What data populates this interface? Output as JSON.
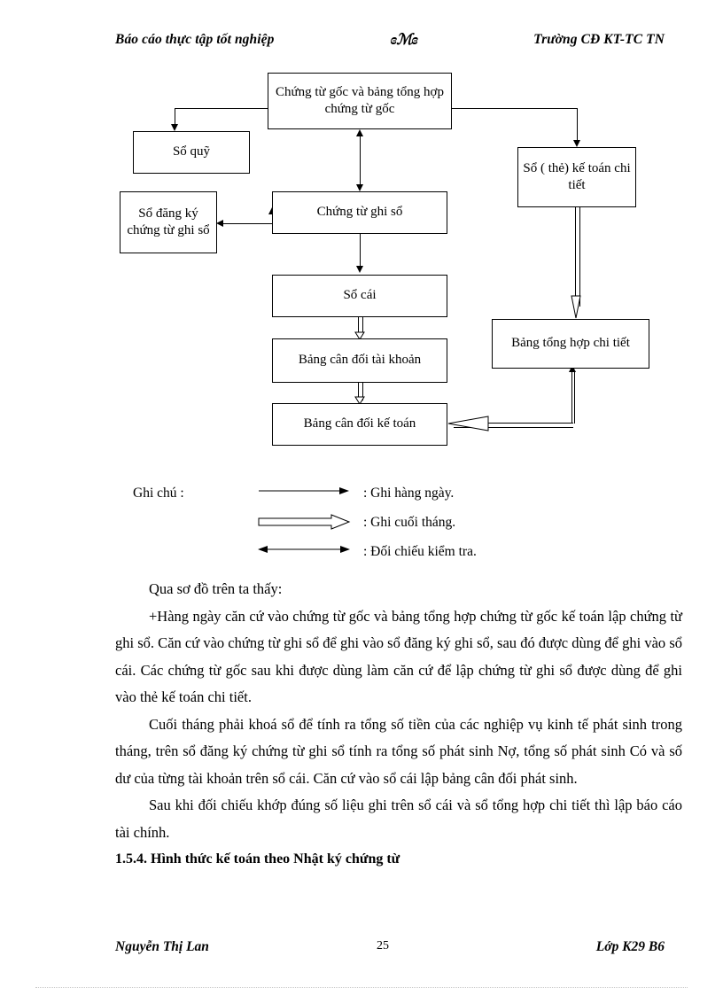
{
  "header": {
    "left": "Báo cáo thực tập tốt nghiệp",
    "ornament": "ɞℳɞ",
    "right": "Trường CĐ KT-TC TN"
  },
  "diagram": {
    "nodes": {
      "chung_tu_goc": "Chứng từ gốc và bảng tổng  hợp chứng từ  gốc",
      "so_quy": "Sổ quỹ",
      "so_dang_ky": "Sổ đăng ký chứng từ ghi sổ",
      "chung_tu_ghi_so": "Chứng từ ghi sổ",
      "so_cai": "Sổ cái",
      "bang_can_doi_tai_khoan": "Bảng cân đối tài  khoản",
      "bang_can_doi_ke_toan": "Bảng cân đối kế toán",
      "so_the_ke_toan_chi_tiet": "Sổ ( thẻ) kế toán chi tiết",
      "bang_tong_hop_chi_tiet": "Bảng tổng hợp chi tiết"
    }
  },
  "legend": {
    "title": "Ghi chú :",
    "items": [
      {
        "symbol": "thin-arrow-right-icon",
        "label": ":    Ghi hàng ngày."
      },
      {
        "symbol": "hollow-arrow-right-icon",
        "label": ":   Ghi cuối tháng."
      },
      {
        "symbol": "double-headed-arrow-icon",
        "label": ": Đối chiếu kiểm tra."
      }
    ]
  },
  "body": {
    "intro": "Qua sơ đồ trên ta thấy:",
    "para1": "+Hàng ngày căn cứ vào chứng từ gốc và bảng tổng hợp  chứng từ gốc kế toán lập chứng từ ghi sổ. Căn cứ vào chứng từ ghi sổ để ghi vào sổ đăng ký ghi sổ, sau đó được dùng để ghi vào sổ cái. Các chứng từ  gốc sau khi được dùng làm căn cứ để lập chứng từ ghi sổ được dùng  để ghi vào thẻ kế toán  chi tiết.",
    "para2": "Cuối tháng phải  khoá sổ để tính ra tổng số tiền của các nghiệp vụ kinh tế phát sinh trong tháng, trên sổ đăng ký chứng từ ghi  sổ tính ra  tổng số phát sinh Nợ, tổng số phát sinh Có và số dư của từng tài khoản trên sổ cái. Căn cứ vào sổ cái lập bảng cân đối phát sinh.",
    "para3": "Sau khi đối chiếu khớp đúng số liệu ghi  trên sổ cái và sổ tổng hợp chi tiết thì lập báo cáo tài chính.",
    "heading": "1.5.4. Hình thức kế toán theo Nhật ký chứng từ"
  },
  "footer": {
    "author": "Nguyễn Thị Lan",
    "page_number": "25",
    "class": "Lớp K29 B6"
  }
}
